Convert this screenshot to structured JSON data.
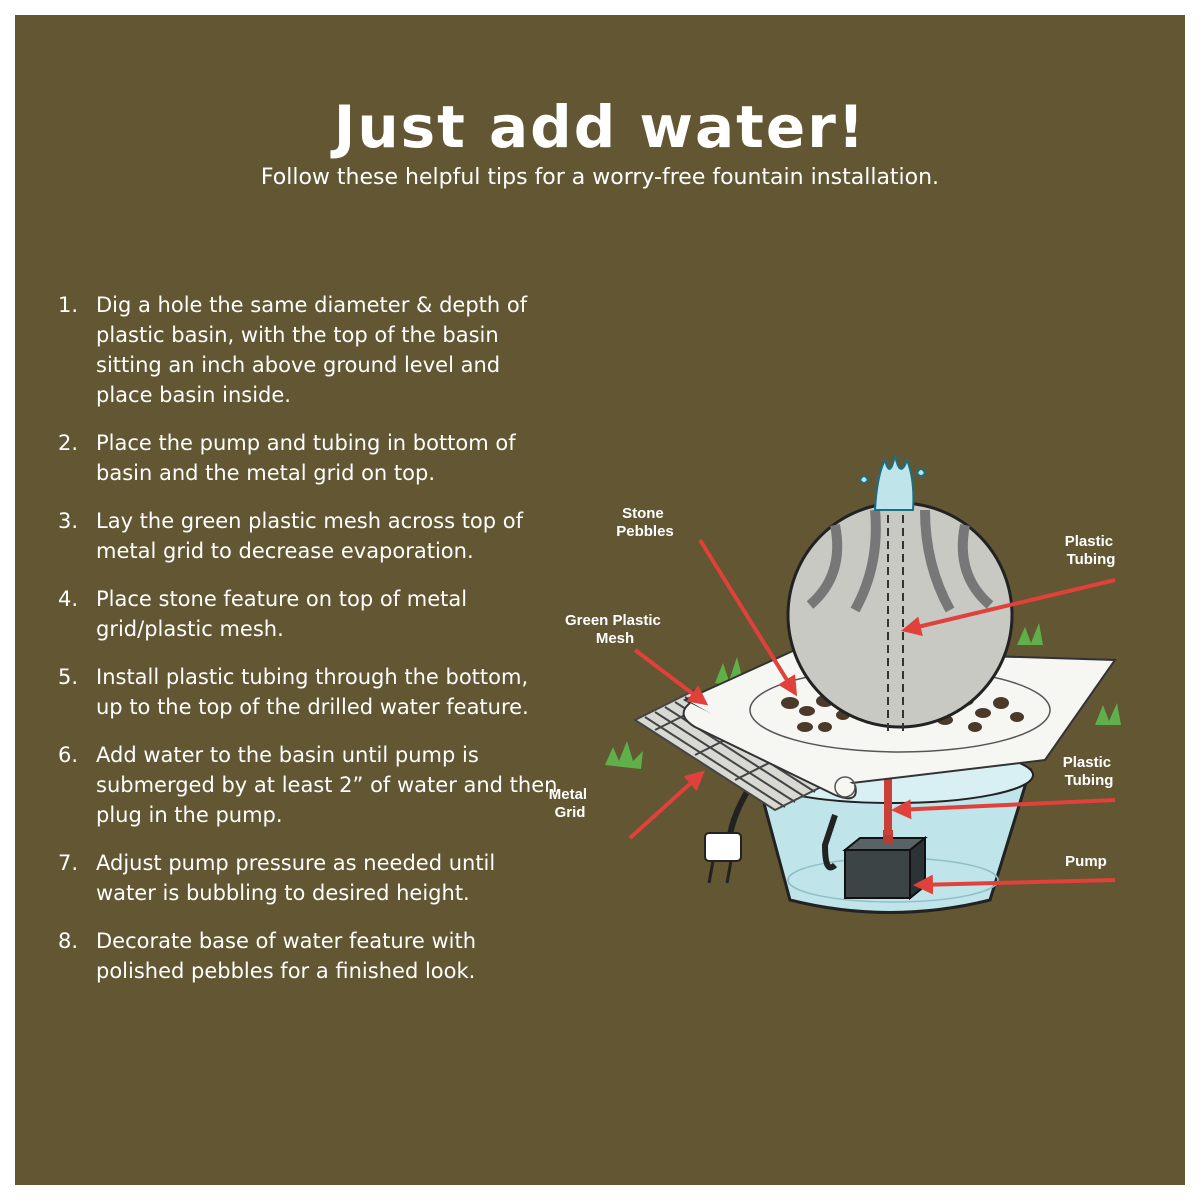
{
  "header": {
    "title": "Just add water!",
    "subtitle": "Follow these helpful tips for a worry-free fountain installation."
  },
  "steps": [
    {
      "num": "1.",
      "text": "Dig a hole the same diameter & depth of plastic basin, with the top of the basin sitting an inch above ground level and place basin inside."
    },
    {
      "num": "2.",
      "text": "Place the pump and tubing in bottom of basin and the metal grid on top."
    },
    {
      "num": "3.",
      "text": "Lay the green plastic mesh across top of metal grid to decrease evaporation."
    },
    {
      "num": "4.",
      "text": "Place stone feature on top of metal grid/plastic mesh."
    },
    {
      "num": "5.",
      "text": "Install plastic tubing through the bottom, up to the top of the drilled water feature."
    },
    {
      "num": "6.",
      "text": "Add water to the basin until pump is submerged by at least 2” of water and then plug in the pump."
    },
    {
      "num": "7.",
      "text": "Adjust pump pressure as needed until water is bubbling to desired height."
    },
    {
      "num": "8.",
      "text": "Decorate base of water feature with polished pebbles for a finished look."
    }
  ],
  "diagram": {
    "labels": {
      "stone_pebbles": [
        "Stone",
        "Pebbles"
      ],
      "green_mesh": [
        "Green Plastic",
        "Mesh"
      ],
      "metal_grid": [
        "Metal",
        "Grid"
      ],
      "tubing_top": [
        "Plastic",
        "Tubing"
      ],
      "tubing_bottom": [
        "Plastic",
        "Tubing"
      ],
      "pump": [
        "Pump"
      ]
    },
    "colors": {
      "panel": "#625633",
      "arrow": "#e0413a",
      "water": "#bfe4ea",
      "stone": "#c9c9c3",
      "mesh": "#f6f6f2",
      "pump": "#3c4446"
    }
  }
}
